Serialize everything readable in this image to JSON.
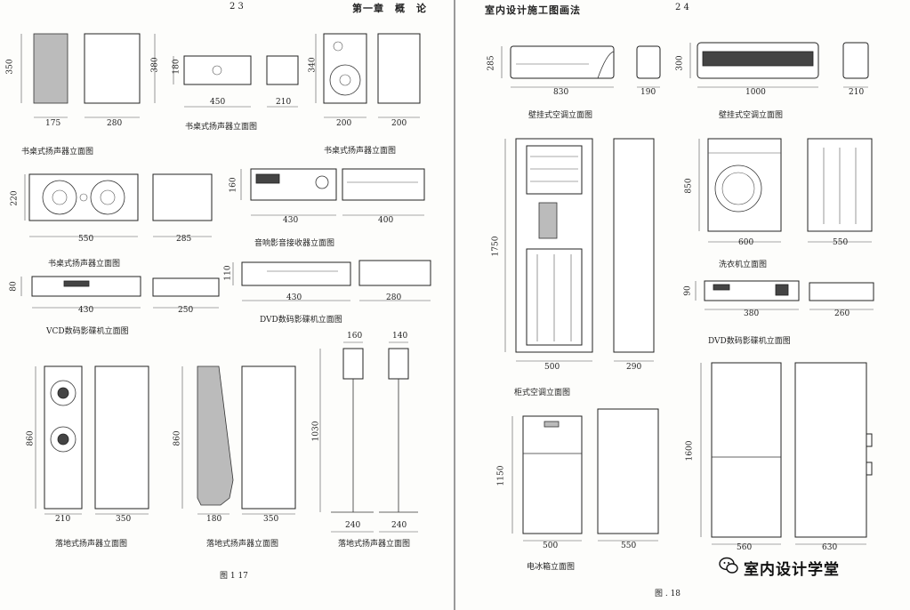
{
  "left_page": {
    "page_number": "2 3",
    "chapter_title": "第一章　概　论",
    "figure_label": "图 1   17",
    "captions": {
      "bookshelf_speaker_a": "书桌式扬声器立面图",
      "bookshelf_speaker_b": "书桌式扬声器立面图",
      "bookshelf_speaker_c": "书桌式扬声器立面图",
      "bookshelf_speaker_d": "书桌式扬声器立面图",
      "av_receiver": "音响影音接收器立面图",
      "vcd_player": "VCD数码影碟机立面图",
      "dvd_player": "DVD数码影碟机立面图",
      "floor_speaker_a": "落地式扬声器立面图",
      "floor_speaker_b": "落地式扬声器立面图",
      "floor_speaker_c": "落地式扬声器立面图"
    },
    "dimensions": {
      "spk1_h": "350",
      "spk1_w": "175",
      "spk1_d": "280",
      "spk1_dh": "380",
      "center_h": "180",
      "center_w": "450",
      "center_d": "210",
      "spk2_h": "340",
      "spk2_w": "200",
      "spk2_d": "200",
      "wide_h": "220",
      "wide_w": "550",
      "wide_d": "285",
      "rcv_h": "160",
      "rcv_w": "430",
      "rcv_d": "400",
      "dvd_h": "110",
      "dvd_w": "430",
      "dvd_d": "280",
      "vcd_h": "80",
      "vcd_w": "430",
      "vcd_d": "250",
      "fs1_h": "860",
      "fs1_w": "210",
      "fs1_d": "350",
      "fs2_h": "860",
      "fs2_w": "180",
      "fs2_d": "350",
      "stand_h": "1030",
      "stand_top_w": "160",
      "stand_top_d": "140",
      "stand_base_w": "240",
      "stand_base_d": "240"
    }
  },
  "right_page": {
    "page_number": "2 4",
    "running_title": "室内设计施工图画法",
    "figure_label": "图 . 18",
    "captions": {
      "wall_ac_a": "壁挂式空调立面图",
      "wall_ac_b": "壁挂式空调立面图",
      "floor_ac": "柜式空调立面图",
      "washer": "洗衣机立面图",
      "dvd_player": "DVD数码影碟机立面图",
      "fridge_small": "电冰箱立面图"
    },
    "dimensions": {
      "ac1_h": "285",
      "ac1_w": "830",
      "ac1_d": "190",
      "ac2_h": "300",
      "ac2_w": "1000",
      "ac2_d": "210",
      "fac_h": "1750",
      "fac_w": "500",
      "fac_d": "290",
      "wash_h": "850",
      "wash_w": "600",
      "wash_d": "550",
      "dvd_h": "90",
      "dvd_w": "380",
      "dvd_d": "260",
      "fr1_h": "1150",
      "fr1_w": "500",
      "fr1_d": "550",
      "fr2_h": "1600",
      "fr2_w": "560",
      "fr2_d": "630"
    }
  },
  "watermark": {
    "text": "室内设计学堂",
    "icon": "wechat-icon"
  }
}
